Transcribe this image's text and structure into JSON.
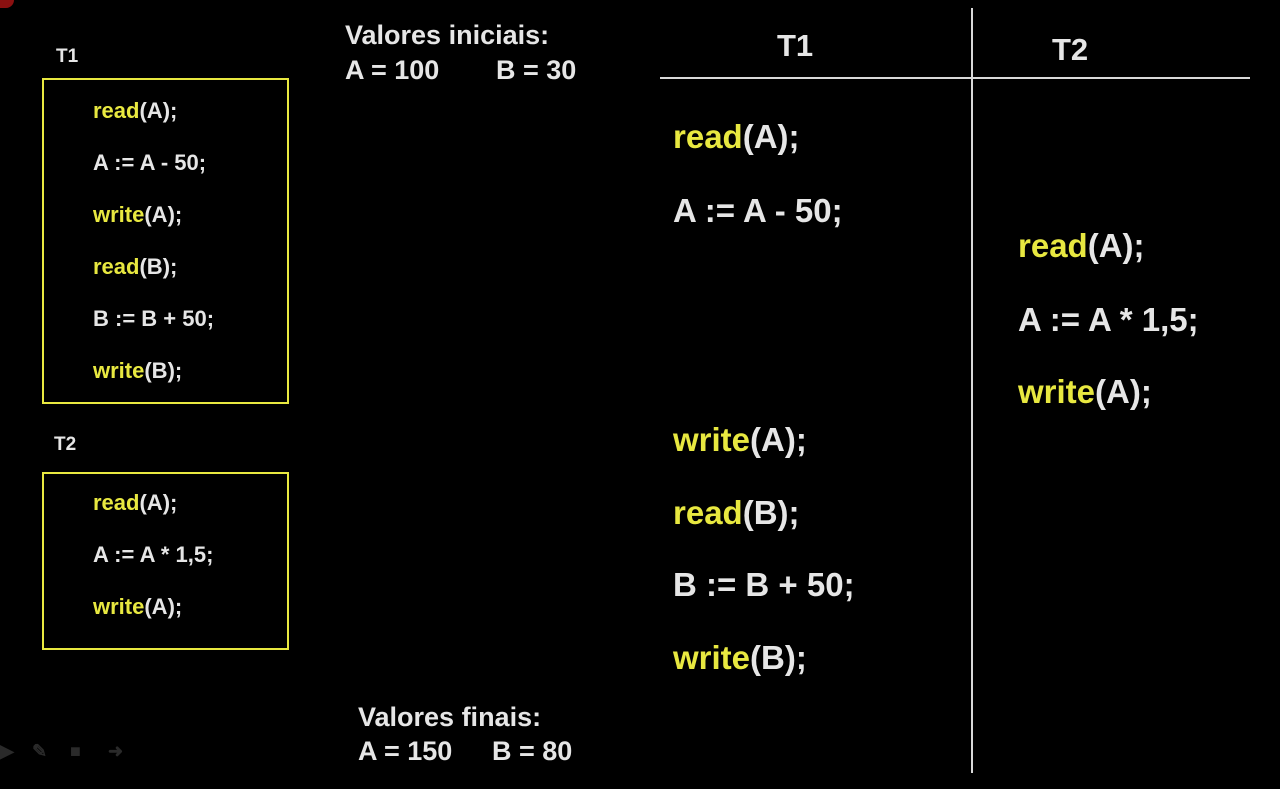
{
  "left_panel": {
    "t1": {
      "label": "T1",
      "lines": [
        {
          "kw": "read",
          "rest": "(A);"
        },
        {
          "kw": "",
          "rest": "A := A - 50;"
        },
        {
          "kw": "write",
          "rest": "(A);"
        },
        {
          "kw": "read",
          "rest": "(B);"
        },
        {
          "kw": "",
          "rest": "B := B + 50;"
        },
        {
          "kw": "write",
          "rest": "(B);"
        }
      ]
    },
    "t2": {
      "label": "T2",
      "lines": [
        {
          "kw": "read",
          "rest": "(A);"
        },
        {
          "kw": "",
          "rest": "A := A * 1,5;"
        },
        {
          "kw": "write",
          "rest": "(A);"
        }
      ]
    }
  },
  "initial_values": {
    "title": "Valores iniciais:",
    "a": "A = 100",
    "b": "B = 30"
  },
  "final_values": {
    "title": "Valores finais:",
    "a": "A = 150",
    "b": "B = 80"
  },
  "schedule": {
    "col_t1_header": "T1",
    "col_t2_header": "T2",
    "t1_lines": [
      {
        "kw": "read",
        "rest": "(A);"
      },
      {
        "kw": "",
        "rest": "A := A - 50;"
      },
      {
        "kw": "write",
        "rest": "(A);"
      },
      {
        "kw": "read",
        "rest": "(B);"
      },
      {
        "kw": "",
        "rest": "B := B + 50;"
      },
      {
        "kw": "write",
        "rest": "(B);"
      }
    ],
    "t2_lines": [
      {
        "kw": "read",
        "rest": "(A);"
      },
      {
        "kw": "",
        "rest": "A := A * 1,5;"
      },
      {
        "kw": "write",
        "rest": "(A);"
      }
    ]
  },
  "colors": {
    "keyword": "#e8e840",
    "text": "#e6e6e6",
    "background": "#000000"
  },
  "toolbar_icons": [
    "pointer-icon",
    "pen-icon",
    "highlighter-icon",
    "arrow-icon"
  ]
}
